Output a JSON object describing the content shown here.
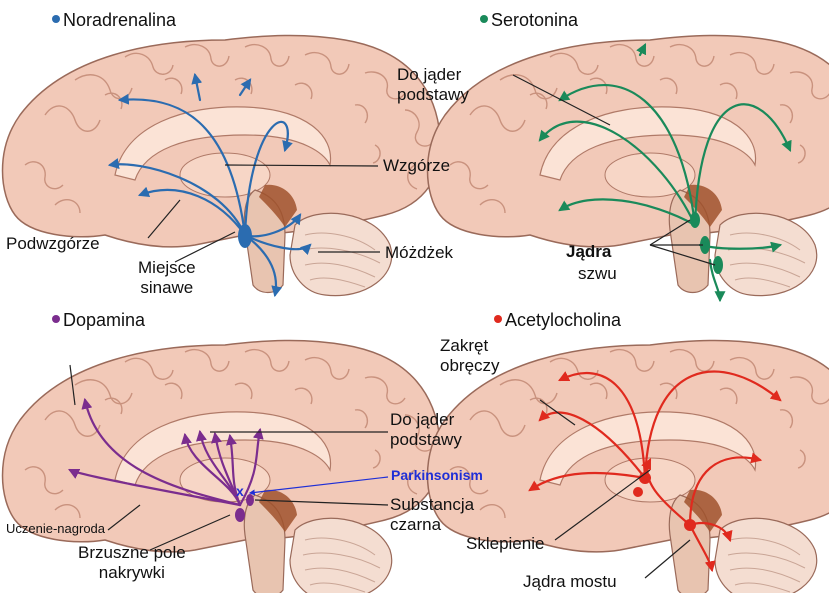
{
  "colors": {
    "noradrenaline": "#2b6cb0",
    "serotonin": "#1a8a5a",
    "dopamine": "#7b2d8e",
    "acetylcholine": "#e02a1e",
    "parkinsonism": "#1f2fd6",
    "brain_fill": "#f2c9b8",
    "brain_outline": "#9a6a5a",
    "brainstem": "#a0522d"
  },
  "panels": {
    "noradrenaline": {
      "title": "Noradrenalina",
      "labels": {
        "thalamus": "Wzgórze",
        "hypothalamus": "Podwzgórze",
        "locus": "Miejsce\nsinawe",
        "cerebellum": "Móżdżek"
      }
    },
    "serotonin": {
      "title": "Serotonina",
      "labels": {
        "basal_ganglia": "Do jąder\npodstawy",
        "raphe_title": "Jądra",
        "raphe_sub": "szwu"
      }
    },
    "dopamine": {
      "title": "Dopamina",
      "labels": {
        "basal_ganglia": "Do jąder\npodstawy",
        "parkinsonism": "Parkinsonism",
        "substantia": "Substancja\nczarna",
        "reward": "Uczenie-nagroda",
        "vta": "Brzuszne pole\nnakrywki"
      }
    },
    "acetylcholine": {
      "title": "Acetylocholina",
      "labels": {
        "cingulate": "Zakręt\nobręczy",
        "fornix": "Sklepienie",
        "pontine": "Jądra mostu"
      }
    }
  }
}
